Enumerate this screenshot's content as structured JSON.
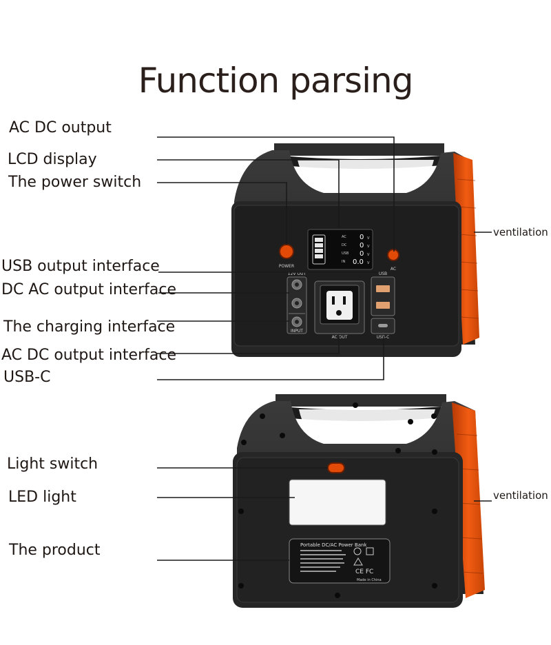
{
  "title": "Function parsing",
  "top_labels": {
    "ac_dc_output": "AC DC output",
    "lcd_display": "LCD display",
    "power_switch": "The power switch",
    "usb_output": "USB output interface",
    "dc_ac_output": "DC AC output interface",
    "charging": "The charging interface",
    "ac_dc_output_interface": "AC DC output interface",
    "usb_c": "USB-C",
    "ventilation": "ventilation"
  },
  "bottom_labels": {
    "light_switch": "Light switch",
    "led_light": "LED light",
    "product": "The product",
    "ventilation": "ventilation"
  },
  "device_front": {
    "lcd": {
      "ac": "AC",
      "dc": "DC",
      "usb": "USB",
      "in": "IN",
      "v0": "0",
      "v1": "0",
      "v2": "0",
      "v3": "0.0",
      "unit": "V"
    },
    "power_label": "POWER",
    "ac_label": "AC",
    "usb_label": "USB",
    "dc_out_label": "12V OUT",
    "input_label": "INPUT",
    "ac_out_label": "AC OUT",
    "usbc_label": "USB-C"
  },
  "device_back": {
    "plate_title": "Portable DC/AC Power Bank",
    "made_in": "Made in China",
    "ce_fcc": "CE FC"
  },
  "colors": {
    "body": "#2b2b2b",
    "accent": "#e24a08",
    "panel": "#1f1f1f"
  }
}
